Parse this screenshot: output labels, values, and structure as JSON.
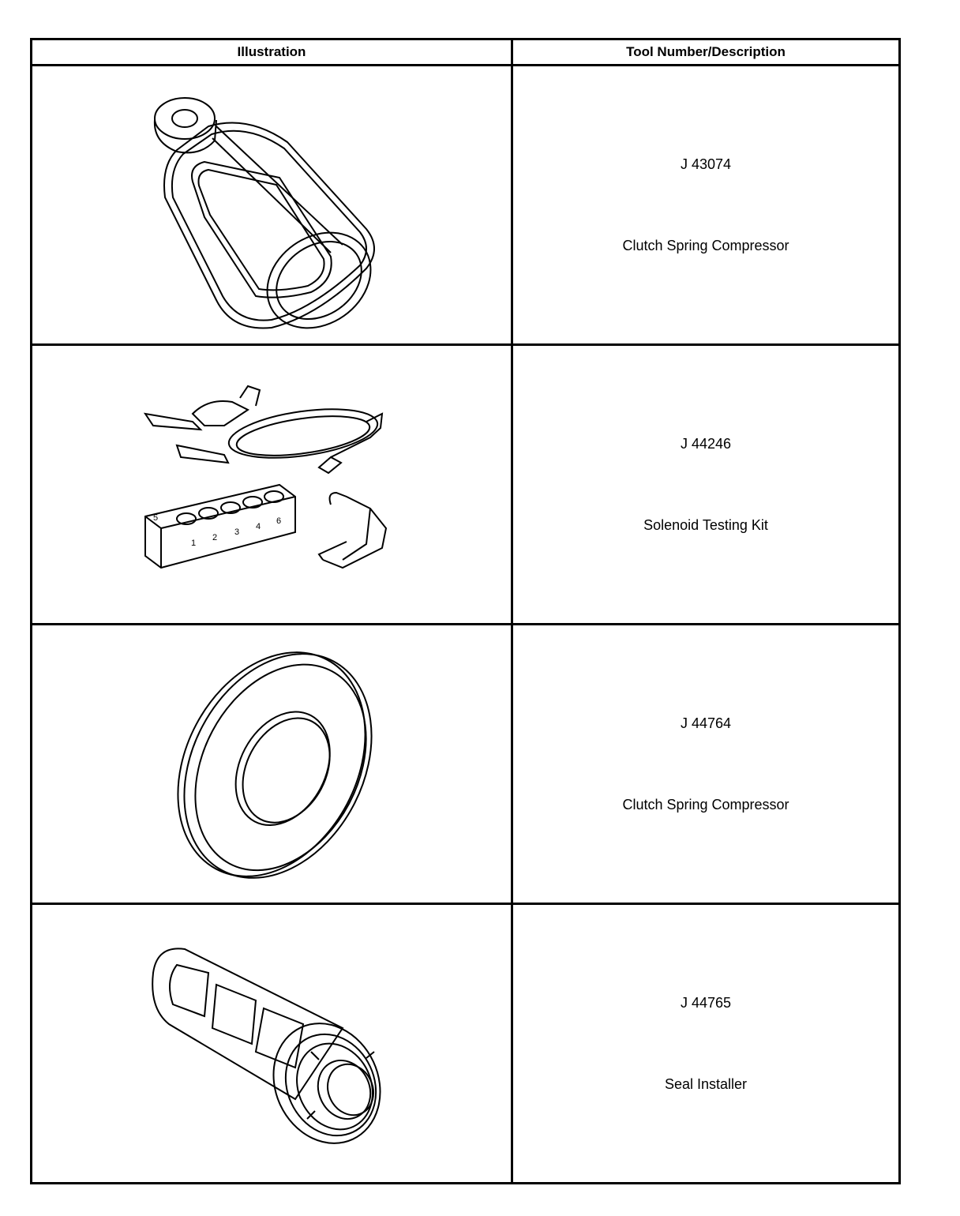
{
  "table": {
    "headers": {
      "illustration": "Illustration",
      "description": "Tool Number/Description"
    },
    "rows": [
      {
        "tool_number": "J 43074",
        "description": "Clutch Spring Compressor",
        "illustration_icon": "clutch-spring-compressor-cage-icon"
      },
      {
        "tool_number": "J 44246",
        "description": "Solenoid Testing Kit",
        "illustration_icon": "solenoid-testing-kit-icon",
        "block_labels": [
          "1",
          "2",
          "3",
          "4",
          "5",
          "6"
        ]
      },
      {
        "tool_number": "J 44764",
        "description": "Clutch Spring Compressor",
        "illustration_icon": "clutch-spring-compressor-ring-icon"
      },
      {
        "tool_number": "J 44765",
        "description": "Seal Installer",
        "illustration_icon": "seal-installer-icon"
      }
    ]
  }
}
